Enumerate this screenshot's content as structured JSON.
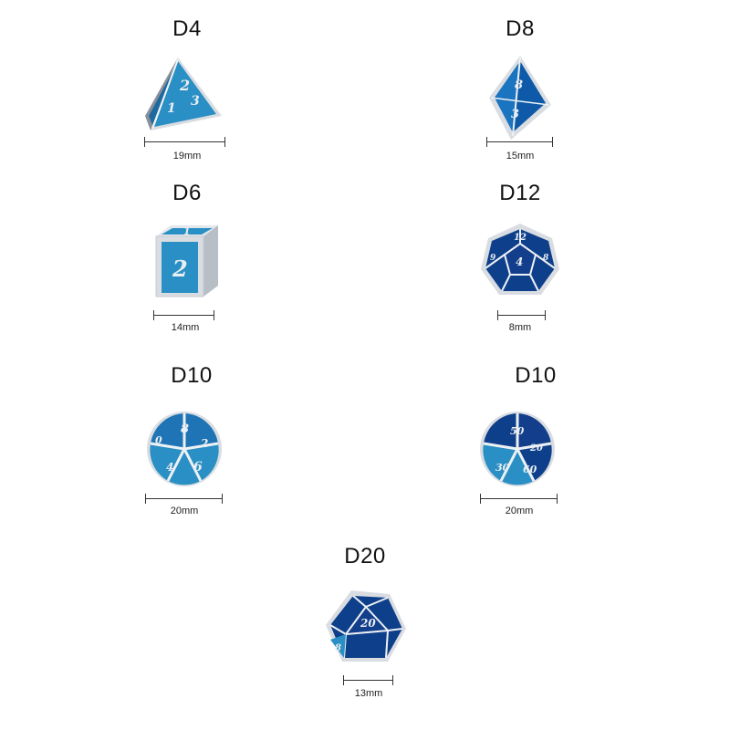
{
  "dice": [
    {
      "id": "d4",
      "label": "D4",
      "size": "19mm"
    },
    {
      "id": "d8",
      "label": "D8",
      "size": "15mm"
    },
    {
      "id": "d6",
      "label": "D6",
      "size": "14mm"
    },
    {
      "id": "d12",
      "label": "D12",
      "size": "8mm"
    },
    {
      "id": "d10a",
      "label": "D10",
      "size": "20mm"
    },
    {
      "id": "d10b",
      "label": "D10",
      "size": "20mm"
    },
    {
      "id": "d20",
      "label": "D20",
      "size": "13mm"
    }
  ],
  "colors": {
    "enamel_light": "#2a8fc4",
    "enamel_dark": "#0e3f8a",
    "metal": "#d9dde2",
    "text": "#111111"
  }
}
